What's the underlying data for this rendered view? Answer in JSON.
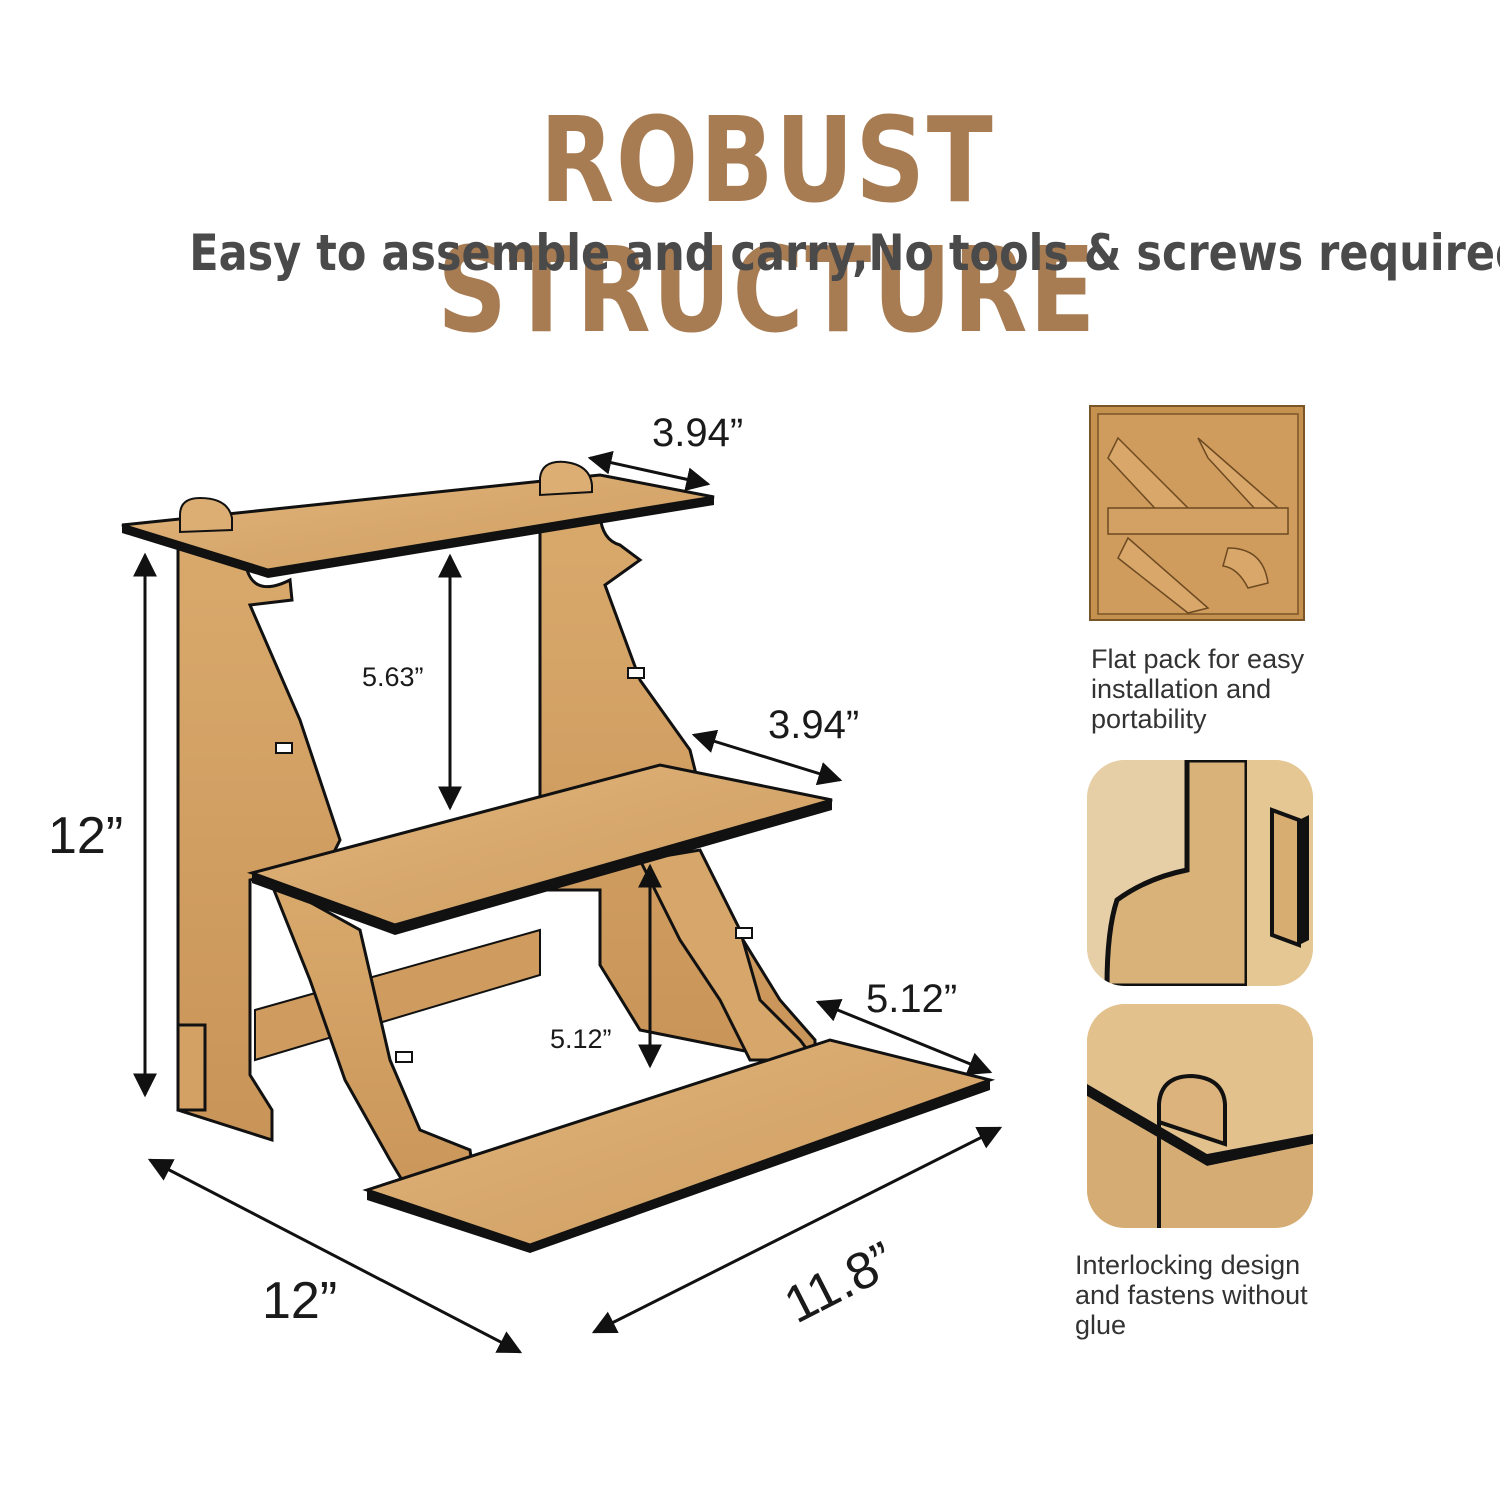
{
  "header": {
    "title": "ROBUST STRUCTURE",
    "subtitle": "Easy to assemble and carry,No tools & screws required"
  },
  "dimensions": {
    "top_shelf_depth": "3.94”",
    "top_shelf_gap": "5.63”",
    "middle_shelf_depth": "3.94”",
    "total_height": "12”",
    "bottom_shelf_depth": "5.12”",
    "bottom_shelf_gap": "5.12”",
    "side_length": "12”",
    "shelf_width": "11.8”"
  },
  "features": [
    {
      "icon": "flat-pack-photo",
      "caption": "Flat pack for easy\ninstallation and\nportability"
    },
    {
      "icon": "slot-joint-photo",
      "caption": ""
    },
    {
      "icon": "interlock-tab-photo",
      "caption": "Interlocking design\nand fastens without\nglue"
    }
  ],
  "colors": {
    "title": "#a87c53",
    "subtitle": "#4a4a4a",
    "wood": "#dcae73",
    "wood_dark": "#c8955a",
    "edge": "#111111"
  }
}
